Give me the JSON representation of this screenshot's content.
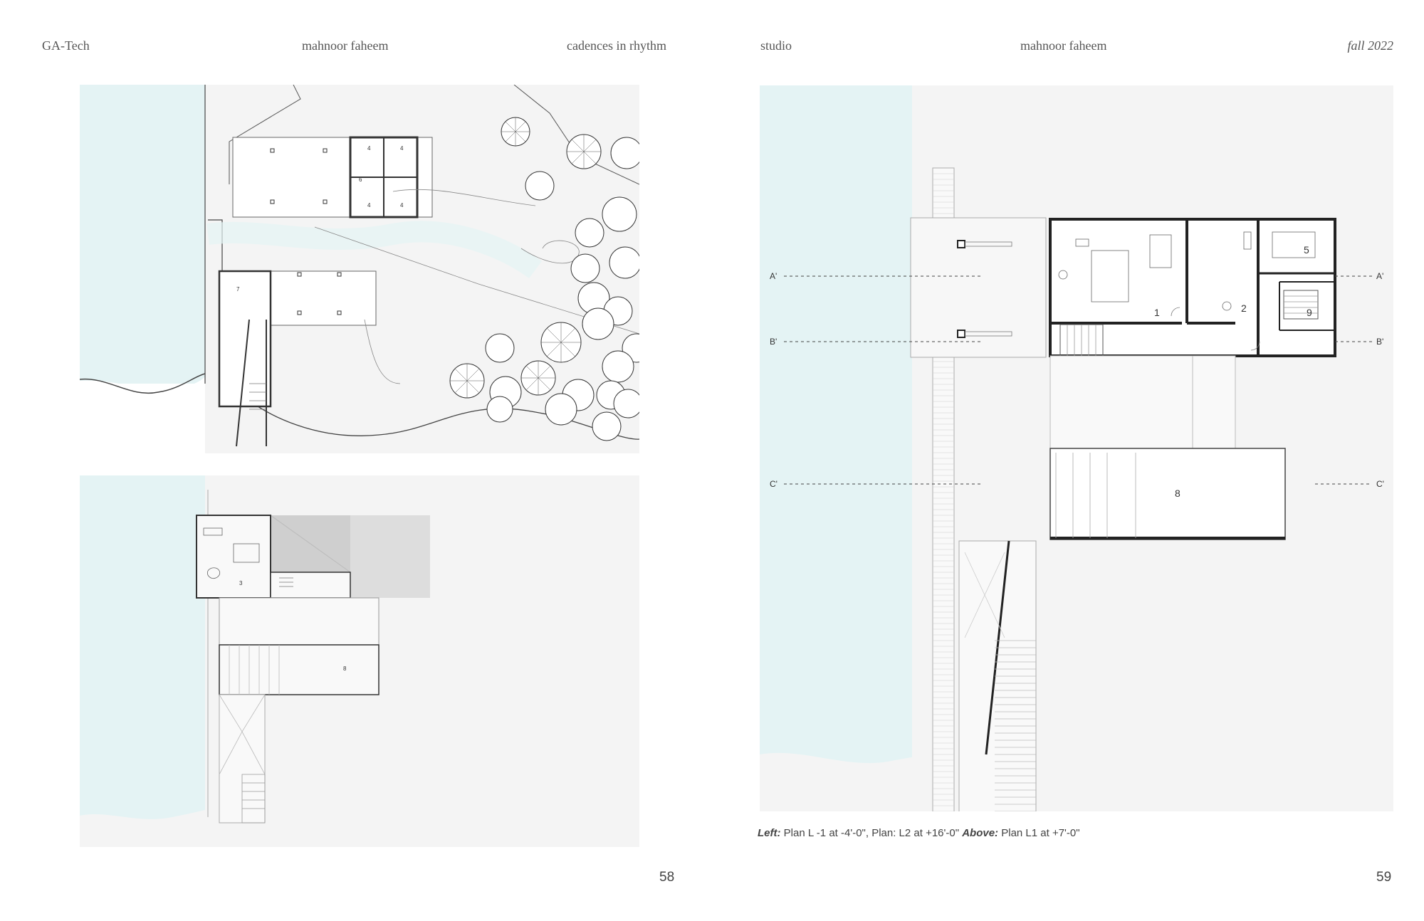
{
  "header_left": {
    "school": "GA-Tech",
    "author": "mahnoor faheem",
    "project": "cadences in rhythm"
  },
  "header_right": {
    "course": "studio",
    "author": "mahnoor faheem",
    "term": "fall 2022"
  },
  "plan_top_left": {
    "room_labels": [
      "4",
      "4",
      "6",
      "4",
      "4",
      "7"
    ]
  },
  "plan_bottom_left": {
    "room_labels": [
      "3",
      "8"
    ]
  },
  "plan_right": {
    "section_marks_left": [
      "A'",
      "B'",
      "C'"
    ],
    "section_marks_right": [
      "A'",
      "B'",
      "C'"
    ],
    "room_labels": [
      "1",
      "2",
      "5",
      "9",
      "8"
    ]
  },
  "caption": {
    "left_label": "Left:",
    "left_text": " Plan L -1 at -4'-0\", Plan: L2 at +16'-0\" ",
    "above_label": "Above:",
    "above_text": " Plan L1 at +7'-0\""
  },
  "page_numbers": {
    "left": "58",
    "right": "59"
  },
  "colors": {
    "water": "#e4f3f4",
    "ground": "#f4f4f4",
    "line": "#333333"
  }
}
